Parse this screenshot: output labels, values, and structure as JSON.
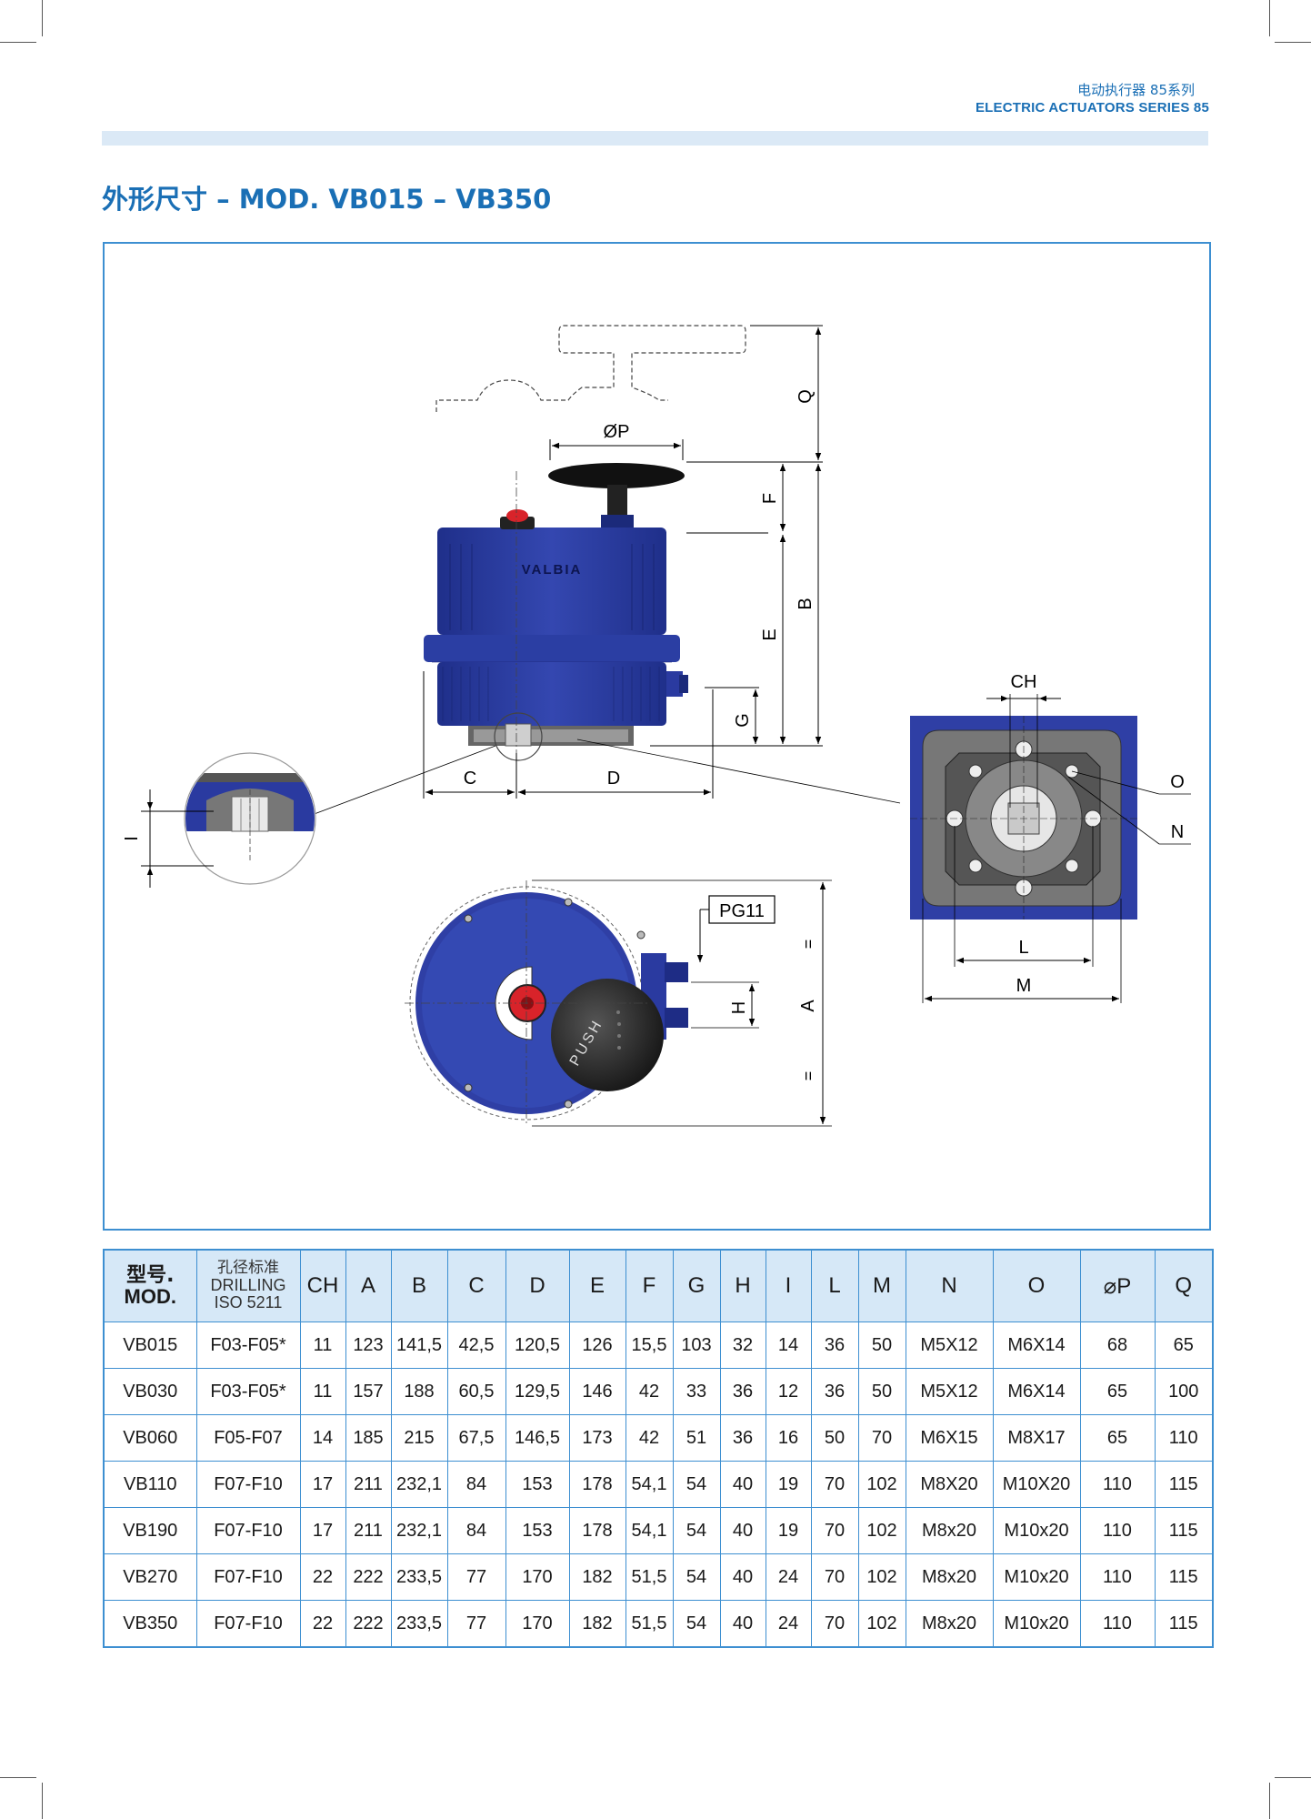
{
  "header": {
    "zh": "电动执行器 85系列",
    "en": "ELECTRIC ACTUATORS SERIES 85"
  },
  "title": "外形尺寸 – MOD. VB015 – VB350",
  "figure": {
    "brand": "VALBIA",
    "labels": {
      "q": "Q",
      "phi_p": "ØP",
      "f": "F",
      "e": "E",
      "b": "B",
      "g": "G",
      "c": "C",
      "d": "D",
      "i": "I",
      "ch": "CH",
      "o": "O",
      "n": "N",
      "l": "L",
      "m": "M",
      "pg": "PG11",
      "h": "H",
      "a": "A",
      "eq1": "=",
      "eq2": "="
    },
    "push": "PUSH"
  },
  "table": {
    "headers": {
      "mod_zh": "型号.",
      "mod_en": "MOD.",
      "drill_zh": "孔径标准",
      "drill_en": "DRILLING",
      "drill_iso": "ISO 5211",
      "cols": [
        "CH",
        "A",
        "B",
        "C",
        "D",
        "E",
        "F",
        "G",
        "H",
        "I",
        "L",
        "M",
        "N",
        "O",
        "⌀P",
        "Q"
      ]
    },
    "rows": [
      [
        "VB015",
        "F03-F05*",
        "11",
        "123",
        "141,5",
        "42,5",
        "120,5",
        "126",
        "15,5",
        "103",
        "32",
        "14",
        "36",
        "50",
        "M5X12",
        "M6X14",
        "68",
        "65"
      ],
      [
        "VB030",
        "F03-F05*",
        "11",
        "157",
        "188",
        "60,5",
        "129,5",
        "146",
        "42",
        "33",
        "36",
        "12",
        "36",
        "50",
        "M5X12",
        "M6X14",
        "65",
        "100"
      ],
      [
        "VB060",
        "F05-F07",
        "14",
        "185",
        "215",
        "67,5",
        "146,5",
        "173",
        "42",
        "51",
        "36",
        "16",
        "50",
        "70",
        "M6X15",
        "M8X17",
        "65",
        "110"
      ],
      [
        "VB110",
        "F07-F10",
        "17",
        "211",
        "232,1",
        "84",
        "153",
        "178",
        "54,1",
        "54",
        "40",
        "19",
        "70",
        "102",
        "M8X20",
        "M10X20",
        "110",
        "115"
      ],
      [
        "VB190",
        "F07-F10",
        "17",
        "211",
        "232,1",
        "84",
        "153",
        "178",
        "54,1",
        "54",
        "40",
        "19",
        "70",
        "102",
        "M8x20",
        "M10x20",
        "110",
        "115"
      ],
      [
        "VB270",
        "F07-F10",
        "22",
        "222",
        "233,5",
        "77",
        "170",
        "182",
        "51,5",
        "54",
        "40",
        "24",
        "70",
        "102",
        "M8x20",
        "M10x20",
        "110",
        "115"
      ],
      [
        "VB350",
        "F07-F10",
        "22",
        "222",
        "233,5",
        "77",
        "170",
        "182",
        "51,5",
        "54",
        "40",
        "24",
        "70",
        "102",
        "M8x20",
        "M10x20",
        "110",
        "115"
      ]
    ]
  }
}
